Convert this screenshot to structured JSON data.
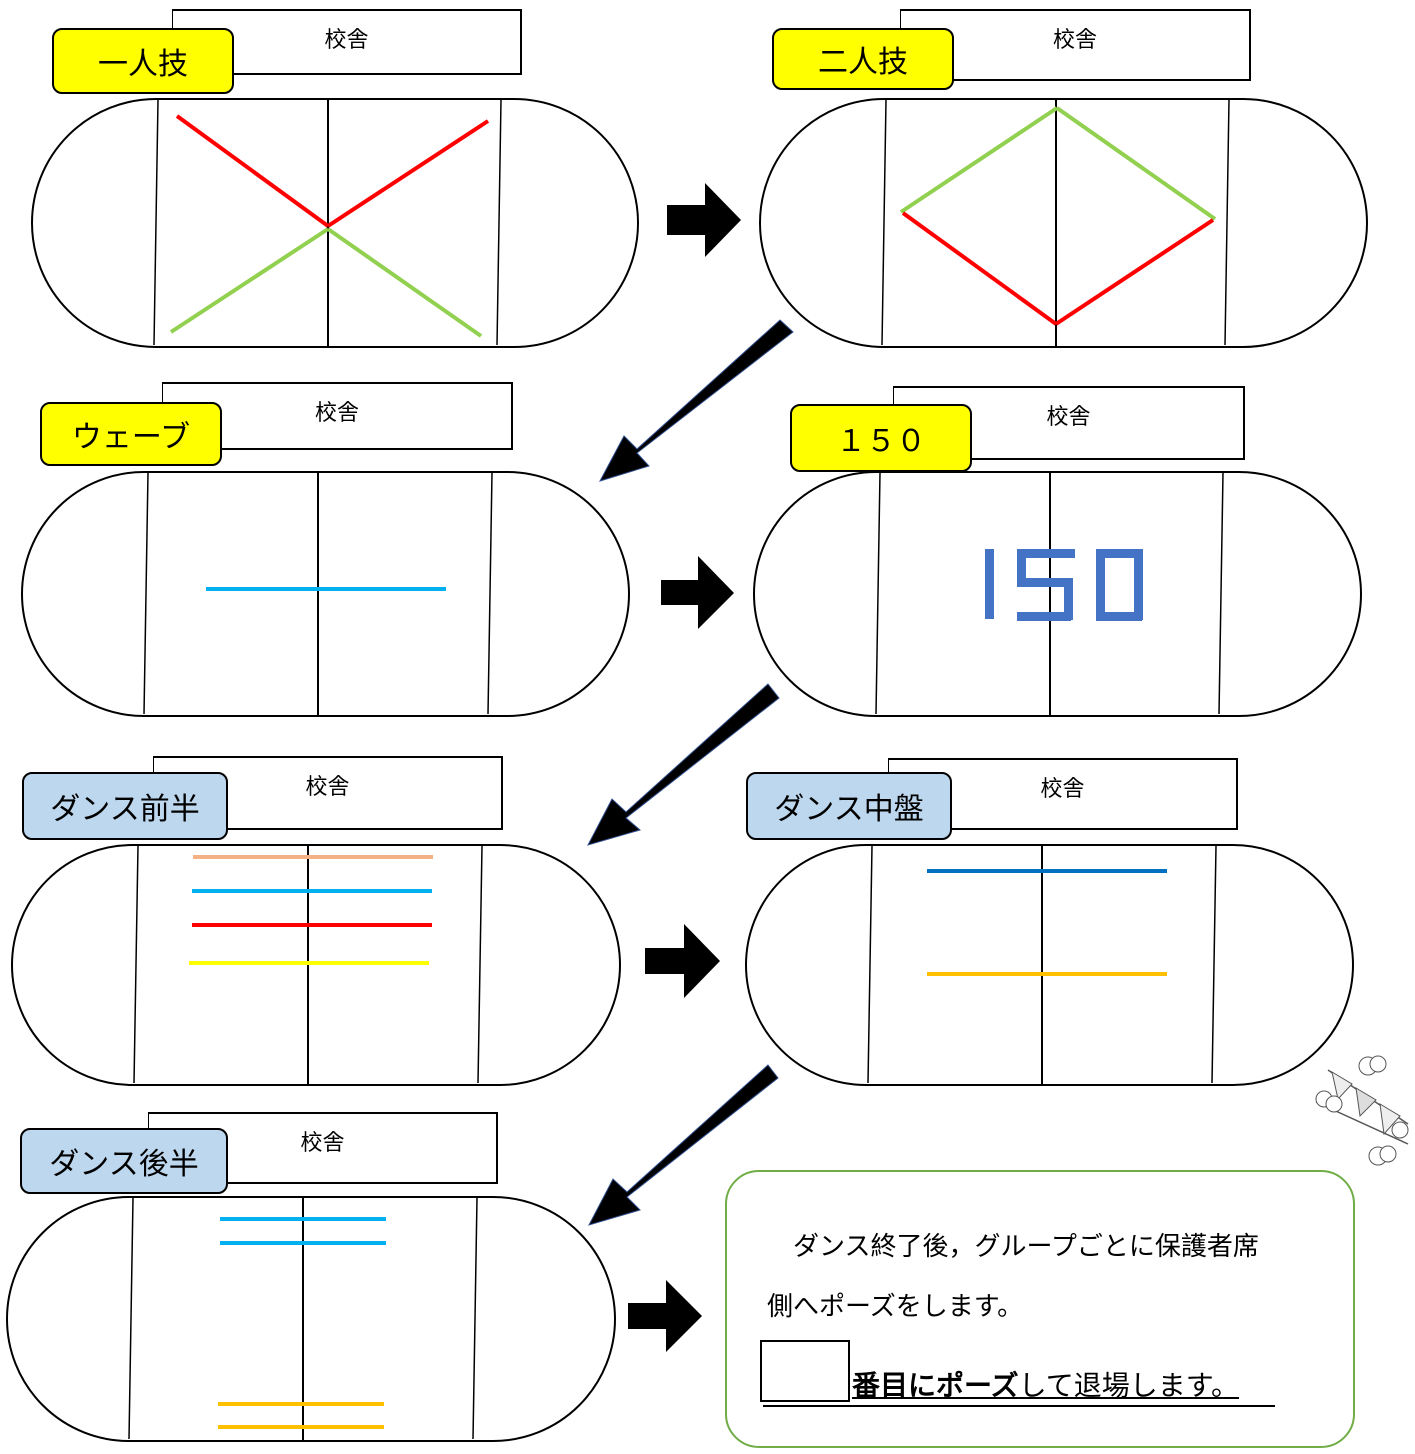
{
  "panels": [
    {
      "label": "一人技",
      "tag_color": "yellow",
      "building": "校舎"
    },
    {
      "label": "二人技",
      "tag_color": "yellow",
      "building": "校舎"
    },
    {
      "label": "ウェーブ",
      "tag_color": "yellow",
      "building": "校舎"
    },
    {
      "label": "１５０",
      "tag_color": "yellow",
      "building": "校舎",
      "figure_text": "150"
    },
    {
      "label": "ダンス前半",
      "tag_color": "blue",
      "building": "校舎"
    },
    {
      "label": "ダンス中盤",
      "tag_color": "blue",
      "building": "校舎"
    },
    {
      "label": "ダンス後半",
      "tag_color": "blue",
      "building": "校舎"
    }
  ],
  "colors": {
    "red": "#ff0000",
    "green": "#92d050",
    "light_blue": "#00b0f0",
    "blue_text": "#4472c4",
    "orange_pink": "#f4b183",
    "yellow": "#ffff00",
    "dark_blue": "#0070c0",
    "gold": "#ffc000"
  },
  "note": {
    "line1": "　ダンス終了後，グループごとに保護者席",
    "line2": "側へポーズをします。",
    "line3_bold": "番目にポーズ",
    "line3_rest": "して退場します。"
  },
  "decoration": "festival-bunting-icon"
}
